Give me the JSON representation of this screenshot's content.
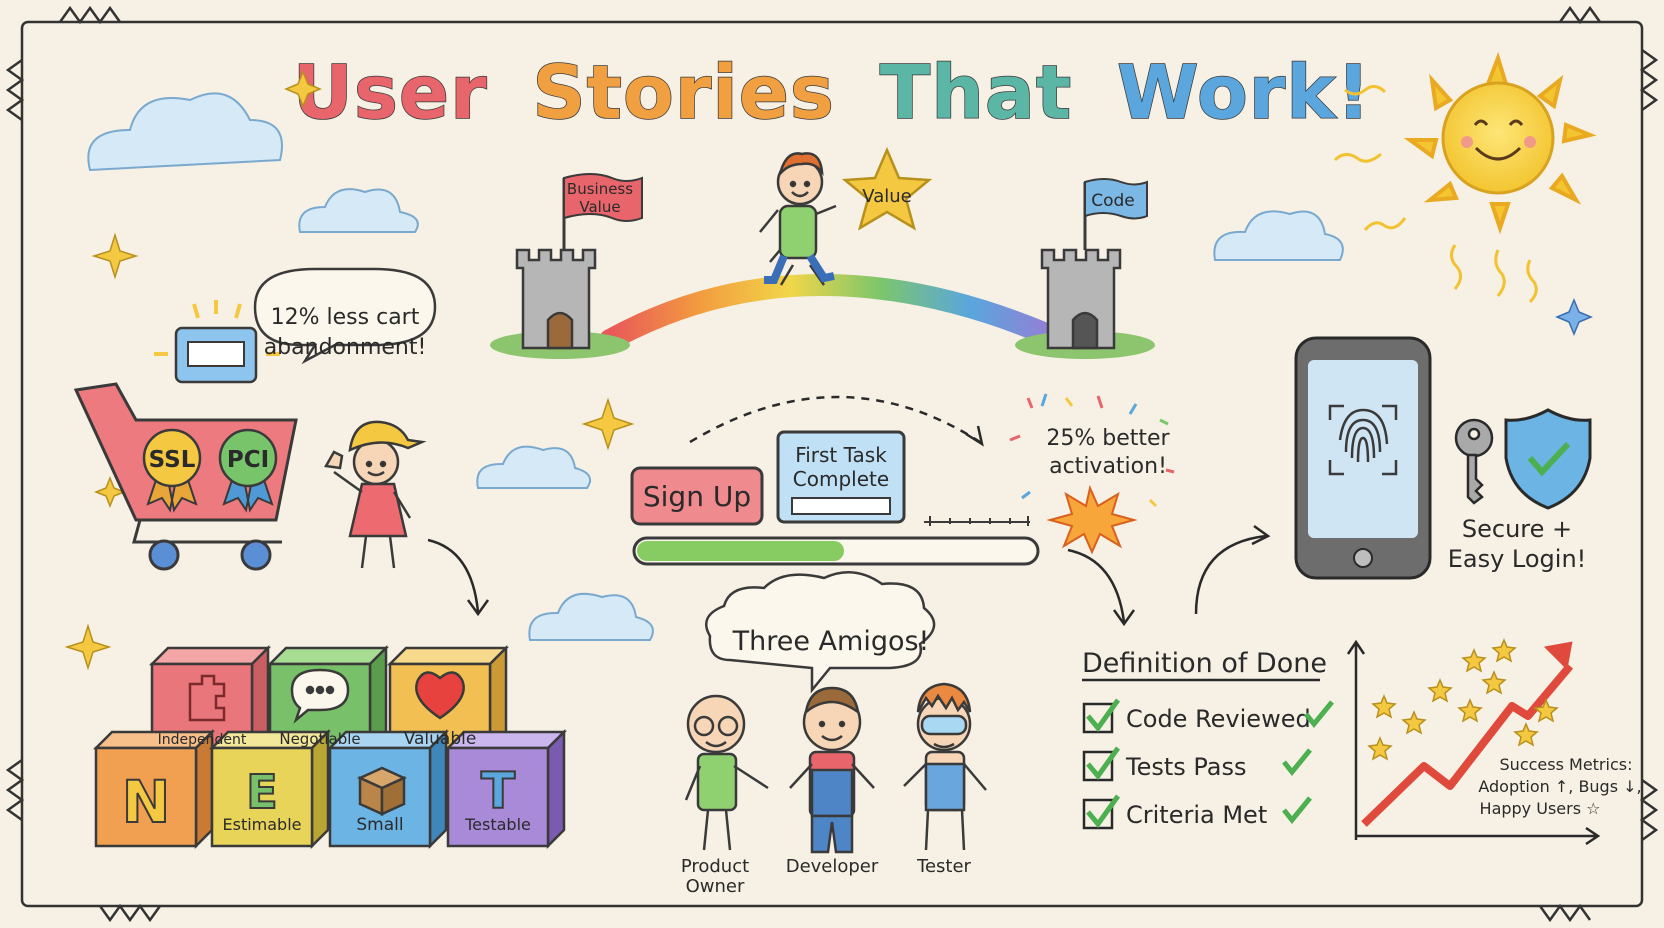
{
  "title": {
    "words": [
      {
        "text": "User",
        "color": "#e8656b"
      },
      {
        "text": "Stories",
        "color": "#f0a040"
      },
      {
        "text": "That",
        "color": "#5bb6a6"
      },
      {
        "text": "Work!",
        "color": "#5aa6dd"
      }
    ]
  },
  "bridge": {
    "left_flag": [
      "Business",
      "Value"
    ],
    "star_label": "Value",
    "right_flag": "Code"
  },
  "cart": {
    "speech": [
      "12% less cart",
      "abandonment!"
    ],
    "badge_ssl": "SSL",
    "badge_pci": "PCI"
  },
  "onboarding": {
    "signup": "Sign Up",
    "first_task": [
      "First Task",
      "Complete"
    ],
    "activation": [
      "25% better",
      "activation!"
    ],
    "progress": 0.52
  },
  "login": {
    "caption": [
      "Secure +",
      "Easy Login!"
    ]
  },
  "invest": {
    "top_blocks": [
      {
        "label": "Independent",
        "color": "#e9767a"
      },
      {
        "label": "Negotiable",
        "color": "#79c06a"
      },
      {
        "label": "Valuable",
        "color": "#f2c052"
      }
    ],
    "bottom_blocks": [
      {
        "letter": "N",
        "color": "#f0a050"
      },
      {
        "letter": "E",
        "label": "Estimable",
        "color": "#e8d458"
      },
      {
        "label": "Small",
        "color": "#6cb4e4"
      },
      {
        "letter": "T",
        "label": "Testable",
        "color": "#a88ad8"
      }
    ]
  },
  "amigos": {
    "speech": "Three Amigos!",
    "roles": [
      [
        "Product",
        "Owner"
      ],
      [
        "Developer"
      ],
      [
        "Tester"
      ]
    ]
  },
  "dod": {
    "title": "Definition of Done",
    "items": [
      "Code Reviewed",
      "Tests Pass",
      "Criteria Met"
    ]
  },
  "metrics": {
    "lines": [
      "Success Metrics:",
      "Adoption ↑, Bugs ↓,",
      "Happy Users ☆"
    ]
  },
  "colors": {
    "background": "#f6f1e4",
    "ink": "#2a2a2a",
    "check": "#4caf50",
    "arrow_red": "#e04a3c",
    "star_yellow": "#f5c842",
    "sun": "#f7d23f"
  }
}
